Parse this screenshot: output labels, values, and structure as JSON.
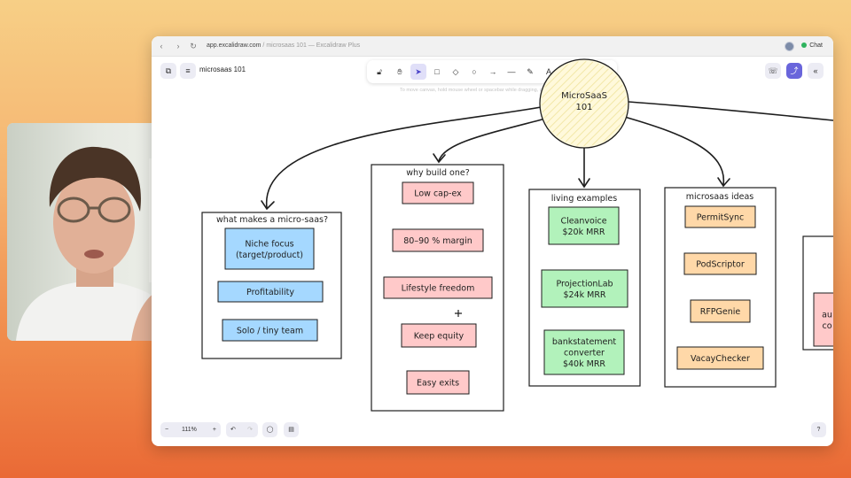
{
  "browser": {
    "url_host": "app.excalidraw.com",
    "url_rest": " / microsaas 101 — Excalidraw Plus",
    "chat_label": "Chat"
  },
  "app": {
    "file_title": "microsaas 101",
    "hint": "To move canvas, hold mouse wheel or spacebar while dragging, or use the hand tool",
    "zoom_label": "111%"
  },
  "canvas": {
    "center": {
      "line1": "MicroSaaS",
      "line2": "101"
    },
    "frames": [
      {
        "title": "what makes a micro-saas?",
        "items": [
          {
            "lines": [
              "Niche focus",
              "(target/product)"
            ],
            "color": "#a5d8ff"
          },
          {
            "lines": [
              "Profitability"
            ],
            "color": "#a5d8ff"
          },
          {
            "lines": [
              "Solo / tiny team"
            ],
            "color": "#a5d8ff"
          }
        ]
      },
      {
        "title": "why build one?",
        "items": [
          {
            "lines": [
              "Low cap-ex"
            ],
            "color": "#ffc9c9"
          },
          {
            "lines": [
              "80–90 % margin"
            ],
            "color": "#ffc9c9"
          },
          {
            "lines": [
              "Lifestyle freedom"
            ],
            "color": "#ffc9c9"
          },
          {
            "lines": [
              "Keep equity"
            ],
            "color": "#ffc9c9"
          },
          {
            "lines": [
              "Easy exits"
            ],
            "color": "#ffc9c9"
          }
        ]
      },
      {
        "title": "living examples",
        "items": [
          {
            "lines": [
              "Cleanvoice",
              "$20k MRR"
            ],
            "color": "#b2f2bb"
          },
          {
            "lines": [
              "ProjectionLab",
              "$24k MRR"
            ],
            "color": "#b2f2bb"
          },
          {
            "lines": [
              "bankstatement",
              "converter",
              "$40k MRR"
            ],
            "color": "#b2f2bb"
          }
        ]
      },
      {
        "title": "microsaas ideas",
        "items": [
          {
            "lines": [
              "PermitSync"
            ],
            "color": "#ffd8a8"
          },
          {
            "lines": [
              "PodScriptor"
            ],
            "color": "#ffd8a8"
          },
          {
            "lines": [
              "RFPGenie"
            ],
            "color": "#ffd8a8"
          },
          {
            "lines": [
              "VacayChecker"
            ],
            "color": "#ffd8a8"
          }
        ]
      },
      {
        "title": "",
        "items": [
          {
            "lines": [
              "au",
              "co"
            ],
            "color": "#ffc9c9"
          }
        ]
      }
    ]
  },
  "colors": {
    "accent": "#6965db",
    "center_fill": "#fff9db"
  }
}
